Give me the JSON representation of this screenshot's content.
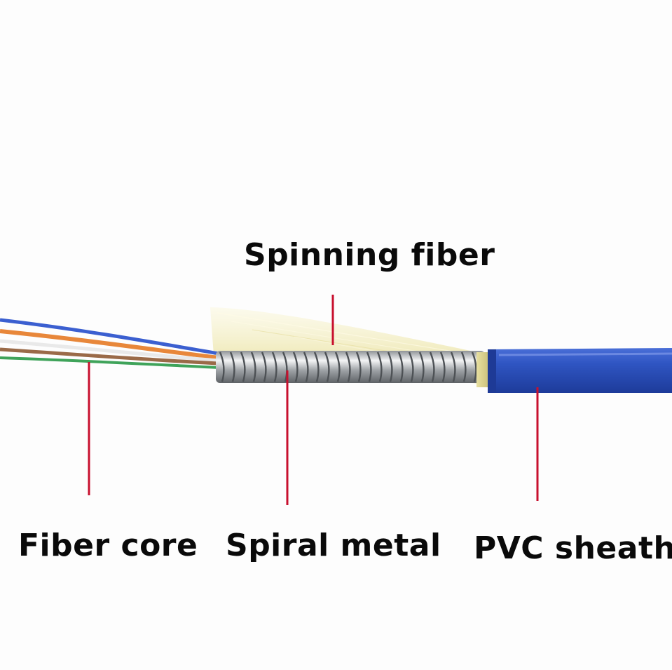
{
  "labels": {
    "spinning_fiber": "Spinning fiber",
    "fiber_core": "Fiber core",
    "spiral_metal": "Spiral metal",
    "pvc_sheath": "PVC sheath"
  },
  "colors": {
    "leader_line": "#c8102e",
    "pvc_sheath": "#2a4fb8",
    "aramid_yarn": "#f3efc4",
    "spiral_steel": "#b9bcc0",
    "fiber_blue": "#3b5fd0",
    "fiber_orange": "#e8873a",
    "fiber_brown": "#9a6a48",
    "fiber_green": "#3fa35a",
    "fiber_white": "#e9e9e9"
  }
}
